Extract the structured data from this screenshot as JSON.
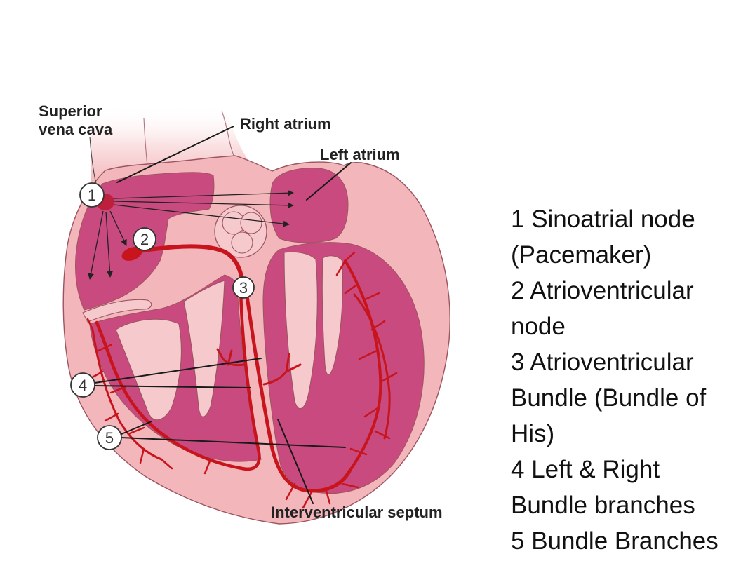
{
  "diagram": {
    "labels": {
      "superior_vena_cava": {
        "line1": "Superior",
        "line2": "vena cava"
      },
      "right_atrium": "Right atrium",
      "left_atrium": "Left atrium",
      "interventricular_septum": "Interventricular septum"
    },
    "markers": [
      "1",
      "2",
      "3",
      "4",
      "5"
    ]
  },
  "legend": {
    "items": [
      {
        "lines": [
          "1 Sinoatrial node",
          "(Pacemaker)"
        ]
      },
      {
        "lines": [
          "2 Atrioventricular",
          "node"
        ]
      },
      {
        "lines": [
          "3 Atrioventricular",
          "Bundle (Bundle of",
          "His)"
        ]
      },
      {
        "lines": [
          "4 Left & Right",
          "Bundle branches"
        ]
      },
      {
        "lines": [
          "5 Bundle Branches"
        ]
      }
    ]
  },
  "colors": {
    "wall": "#f3b7bb",
    "chamber": "#c94a7e",
    "valve": "#f6c9cc",
    "conduction": "#c8141c",
    "sa_node": "#bd1f3c",
    "outline": "#9c5560",
    "label_text": "#222222",
    "legend_text": "#111111",
    "marker_stroke": "#333333"
  }
}
